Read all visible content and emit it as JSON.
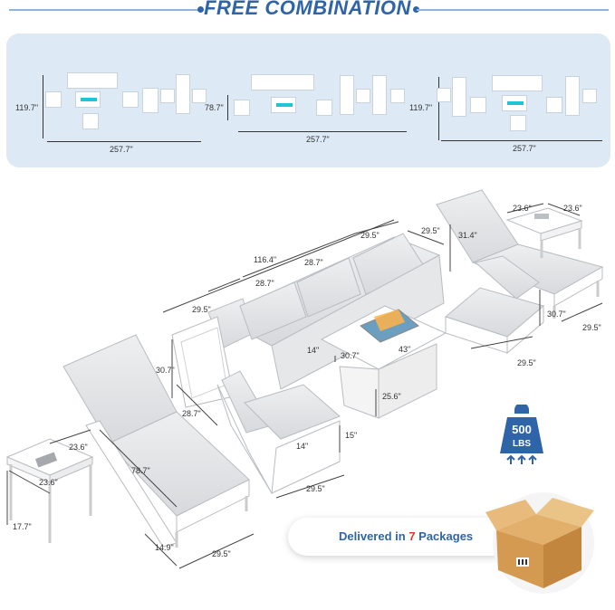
{
  "header": {
    "title": "FREE COMBINATION"
  },
  "layouts": [
    {
      "height": "119.7\"",
      "width": "257.7\""
    },
    {
      "height": "78.7\"",
      "width": "257.7\""
    },
    {
      "height": "119.7\"",
      "width": "257.7\""
    }
  ],
  "dimensions": {
    "sofa_total": "116.4\"",
    "sofa_seat_1": "29.5\"",
    "sofa_seat_2": "28.7\"",
    "sofa_seat_3": "28.7\"",
    "sofa_seat_4": "29.5\"",
    "sofa_depth": "29.5\"",
    "lounger_right_back": "31.4\"",
    "side_table_right_w": "23.6\"",
    "side_table_right_d": "23.6\"",
    "ottoman_right_h": "30.7\"",
    "ottoman_right_d": "29.5\"",
    "ottoman_right_w": "29.5\"",
    "corner_back_h": "30.7\"",
    "corner_depth": "28.7\"",
    "seat_height": "14\"",
    "fire_table_w": "43\"",
    "fire_table_d": "30.7\"",
    "fire_table_h": "25.6\"",
    "armchair_seat": "14\"",
    "armchair_arm": "15\"",
    "armchair_width": "29.5\"",
    "side_table_left_w": "23.6\"",
    "side_table_left_d": "23.6\"",
    "side_table_left_h": "17.7\"",
    "lounger_left_len": "78.7\"",
    "lounger_left_h": "14.9\"",
    "lounger_left_w": "29.5\""
  },
  "badge": {
    "weight": "500",
    "unit": "LBS"
  },
  "delivery": {
    "prefix": "Delivered in ",
    "count": "7",
    "suffix": " Packages"
  }
}
